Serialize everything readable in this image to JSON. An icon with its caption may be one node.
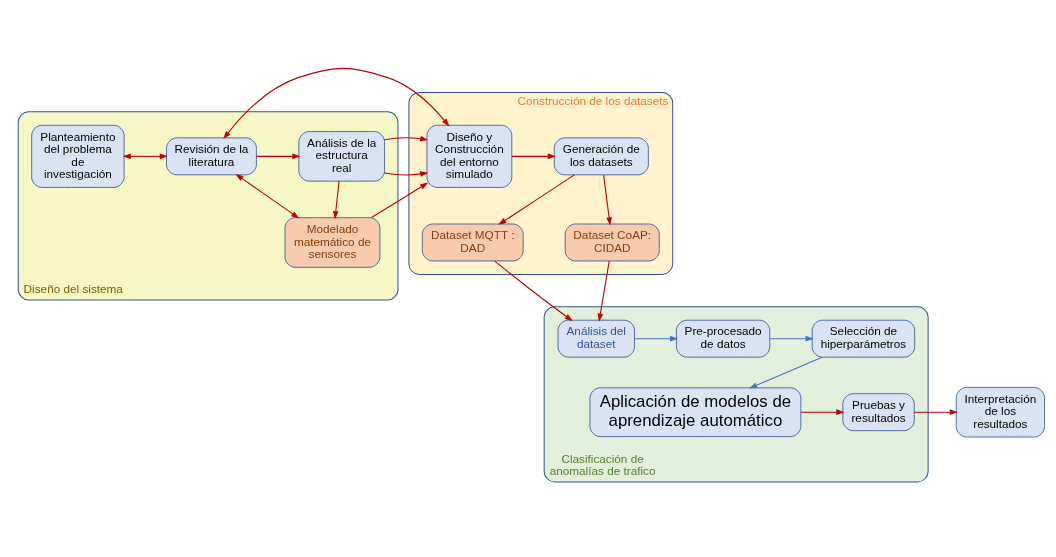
{
  "diagram": {
    "nodes": [
      {
        "text": [
          "Diseño del sistema"
        ]
      },
      {
        "text": [
          "Planteamiento del problema de investigación"
        ],
        "in": 0
      },
      {
        "text": [
          "Revisión de la literatura"
        ],
        "in": 0
      },
      {
        "text": [
          "Análisis de la estructura real"
        ],
        "in": 0
      },
      {
        "text": [
          "Modelado matemático de sensores"
        ],
        "in": 0
      },
      {
        "text": [
          "Construcción de los datasets"
        ]
      },
      {
        "text": [
          "Diseño y Construcción del entorno simulado"
        ],
        "in": 5
      },
      {
        "text": [
          "Generación de los datasets"
        ],
        "in": 5
      },
      {
        "text": [
          "Dataset MQTT : DAD"
        ],
        "in": 5
      },
      {
        "text": [
          "Dataset CoAP: CIDAD"
        ],
        "in": 5
      },
      {
        "text": [
          "Clasificación de anomalías de trafico"
        ]
      },
      {
        "text": [
          "Análisis del dataset"
        ],
        "in": 10
      },
      {
        "text": [
          "Pre-procesado de datos"
        ],
        "in": 10
      },
      {
        "text": [
          "Selección de hiperparámetros"
        ],
        "in": 10
      },
      {
        "text": [
          "Aplicación de modelos de aprendizaje automático"
        ],
        "in": 10
      },
      {
        "text": [
          "Pruebas y resultados"
        ],
        "in": 10
      },
      {
        "text": [
          "Interpretación de los resultados"
        ]
      }
    ],
    "edges": [
      {
        "from": 1,
        "to": 2,
        "arrow": "both"
      },
      {
        "from": 2,
        "to": 3,
        "arrow": "to"
      },
      {
        "from": 6,
        "to": 2,
        "arrow": "both"
      },
      {
        "from": 3,
        "to": 6,
        "arrow": "to"
      },
      {
        "from": 3,
        "to": 4,
        "arrow": "to"
      },
      {
        "from": 2,
        "to": 4,
        "arrow": "both"
      },
      {
        "from": 4,
        "to": 6,
        "arrow": "to"
      },
      {
        "from": 6,
        "to": 7,
        "arrow": "to"
      },
      {
        "from": 7,
        "to": 8,
        "arrow": "to"
      },
      {
        "from": 7,
        "to": 9,
        "arrow": "to"
      },
      {
        "from": 8,
        "to": 11,
        "arrow": "to"
      },
      {
        "from": 9,
        "to": 11,
        "arrow": "to"
      },
      {
        "from": 11,
        "to": 12,
        "arrow": "to",
        "color": "#4472c4"
      },
      {
        "from": 12,
        "to": 13,
        "arrow": "to",
        "color": "#4472c4"
      },
      {
        "from": 13,
        "to": 14,
        "arrow": "to",
        "color": "#4472c4"
      },
      {
        "from": 14,
        "to": 15,
        "arrow": "to"
      },
      {
        "from": 15,
        "to": 16,
        "arrow": "to"
      }
    ]
  }
}
